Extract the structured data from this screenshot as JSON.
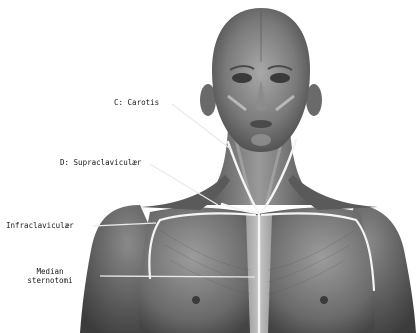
{
  "labels": {
    "carotis": "C: Carotis",
    "supraclavicular": "D: Supraclaviculær",
    "infraclavicular": "Infraclaviculær",
    "median_line1": "Median",
    "median_line2": "sternotomi"
  },
  "colors": {
    "background": "#ffffff",
    "skin_light": "#8a8a8a",
    "skin_dark": "#3f3f3f",
    "incision": "#f4f4f4",
    "leader": "#eaeaea",
    "label_text": "#1a1a1a"
  }
}
